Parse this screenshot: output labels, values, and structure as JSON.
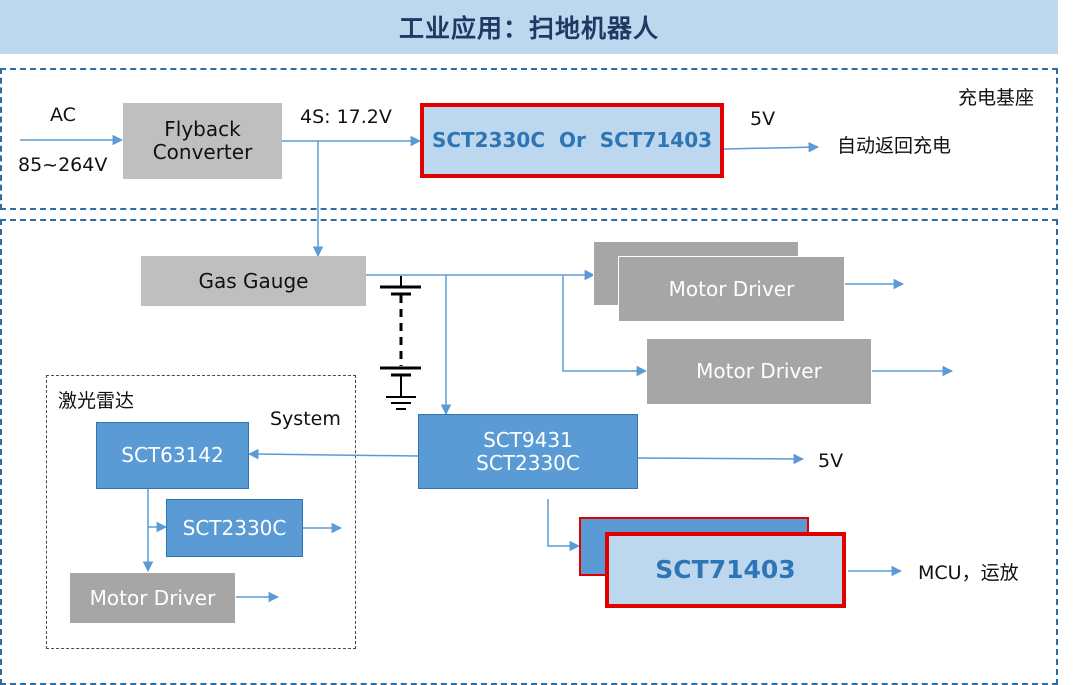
{
  "title": "工业应用：扫地机器人",
  "charging_dock": {
    "region_label": "充电基座",
    "input_label": "AC",
    "input_range": "85~264V",
    "flyback_line1": "Flyback",
    "flyback_line2": "Converter",
    "battery_label": "4S: 17.2V",
    "charger_chip": "SCT2330C  Or  SCT71403",
    "output_voltage": "5V",
    "output_function": "自动返回充电"
  },
  "system": {
    "gas_gauge": "Gas Gauge",
    "motor_driver_stack_back": "",
    "motor_driver_stack_front": "Motor Driver",
    "motor_driver_2": "Motor Driver",
    "main_pmic_line1": "SCT9431",
    "main_pmic_line2": "SCT2330C",
    "main_pmic_output": "5V",
    "mcu_stack_back": "",
    "mcu_stack_front": "SCT71403",
    "mcu_output": "MCU，运放"
  },
  "lidar": {
    "region_label": "激光雷达",
    "system_label": "System",
    "chip_1": "SCT63142",
    "chip_2": "SCT2330C",
    "motor_driver": "Motor Driver"
  },
  "colors": {
    "title_bg": "#bdd7ee",
    "blue_box": "#5b9bd5",
    "light_blue_box": "#bdd7ee",
    "highlight_border": "#e00000",
    "gray_box": "#bfbfbf",
    "dark_gray_box": "#a6a6a6",
    "wire": "#5b9bd5"
  }
}
